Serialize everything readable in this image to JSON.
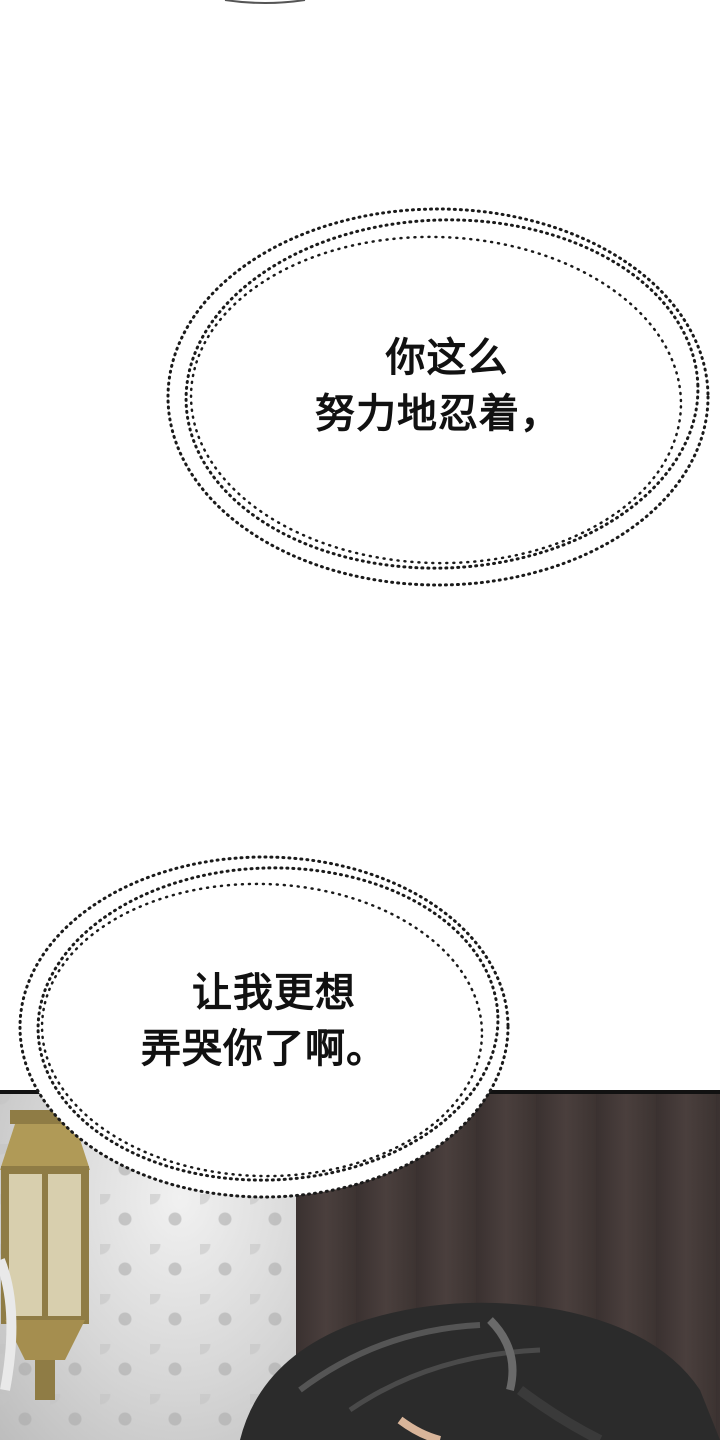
{
  "bubbles": {
    "first": {
      "line1": "你这么",
      "line2": "努力地忍着，"
    },
    "second": {
      "line1": "让我更想",
      "line2": "弄哭你了啊。"
    }
  },
  "colors": {
    "background": "#ffffff",
    "text": "#111111",
    "panel_border": "#111111",
    "wall_dark": "#3f3533",
    "lantern_gold": "#b09a57",
    "hair": "#2b2b2b"
  }
}
